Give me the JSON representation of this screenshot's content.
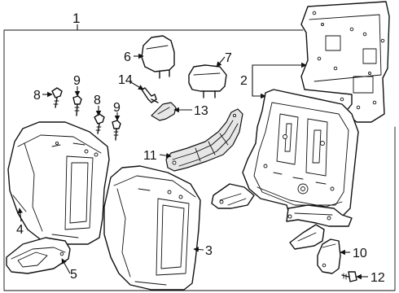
{
  "callouts": {
    "c1": "1",
    "c2": "2",
    "c3": "3",
    "c4": "4",
    "c5": "5",
    "c6": "6",
    "c7": "7",
    "c8a": "8",
    "c8b": "8",
    "c9a": "9",
    "c9b": "9",
    "c10": "10",
    "c11": "11",
    "c12": "12",
    "c13": "13",
    "c14": "14"
  }
}
